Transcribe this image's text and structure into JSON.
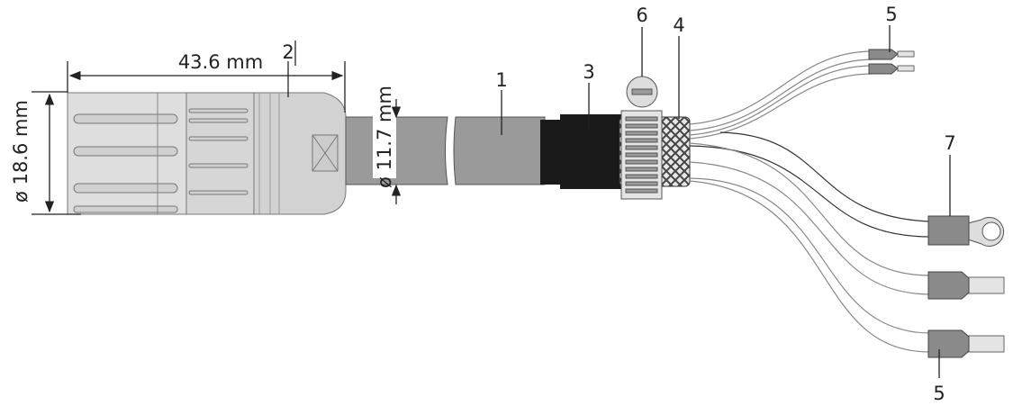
{
  "dimensions": {
    "length": "43.6 mm",
    "connector_diameter": "ø 18.6 mm",
    "cable_diameter": "ø 11.7 mm"
  },
  "callouts": {
    "cable": "1",
    "connector": "2",
    "shrink_sleeve": "3",
    "shield_braid": "4",
    "ferrule_top": "5",
    "clamp": "6",
    "ring_terminal": "7",
    "ferrule_bottom": "5"
  },
  "colors": {
    "cable": "#9a9a9a",
    "sleeve": "#1a1a1a",
    "connector": "#dcdcdc",
    "terminal": "#8a8a8a"
  }
}
